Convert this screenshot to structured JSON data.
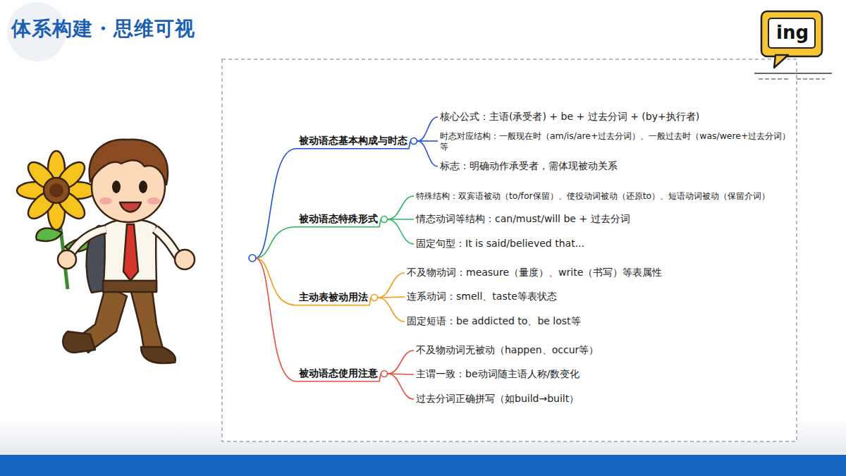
{
  "diagram": {
    "title": "体系构建・思维可视",
    "nodes": [
      {
        "text": [
          "被动语态基本构成与时态"
        ]
      },
      {
        "text": [
          "核心公式：主语(承受者) + be + 过去分词 + (by+执行者)"
        ]
      },
      {
        "text": [
          "时态对应结构：一般现在时（am/is/are+过去分词）、一般过去时（was/were+过去分词）等"
        ]
      },
      {
        "text": [
          "标志：明确动作承受者，需体现被动关系"
        ]
      },
      {
        "text": [
          "被动语态特殊形式"
        ]
      },
      {
        "text": [
          "特殊结构：双宾语被动（to/for保留）、使役动词被动（还原to）、短语动词被动（保留介词）"
        ]
      },
      {
        "text": [
          "情态动词等结构：can/must/will be + 过去分词"
        ]
      },
      {
        "text": [
          "固定句型：It is said/believed that..."
        ]
      },
      {
        "text": [
          "主动表被动用法"
        ]
      },
      {
        "text": [
          "不及物动词：measure（量度）、write（书写）等表属性"
        ]
      },
      {
        "text": [
          "连系动词：smell、taste等表状态"
        ]
      },
      {
        "text": [
          "固定短语：be addicted to、be lost等"
        ]
      },
      {
        "text": [
          "被动语态使用注意"
        ]
      },
      {
        "text": [
          "不及物动词无被动（happen、occur等）"
        ]
      },
      {
        "text": [
          "主谓一致：be动词随主语人称/数变化"
        ]
      },
      {
        "text": [
          "过去分词正确拼写（如build→built）"
        ]
      }
    ],
    "edges": [
      {
        "from": 0,
        "to": 1,
        "arrow": "none"
      },
      {
        "from": 0,
        "to": 2,
        "arrow": "none"
      },
      {
        "from": 0,
        "to": 3,
        "arrow": "none"
      },
      {
        "from": 4,
        "to": 5,
        "arrow": "none"
      },
      {
        "from": 4,
        "to": 6,
        "arrow": "none"
      },
      {
        "from": 4,
        "to": 7,
        "arrow": "none"
      },
      {
        "from": 8,
        "to": 9,
        "arrow": "none"
      },
      {
        "from": 8,
        "to": 10,
        "arrow": "none"
      },
      {
        "from": 8,
        "to": 11,
        "arrow": "none"
      },
      {
        "from": 12,
        "to": 13,
        "arrow": "none"
      },
      {
        "from": 12,
        "to": 14,
        "arrow": "none"
      },
      {
        "from": 12,
        "to": 15,
        "arrow": "none"
      }
    ],
    "labels": [
      "ing"
    ]
  }
}
